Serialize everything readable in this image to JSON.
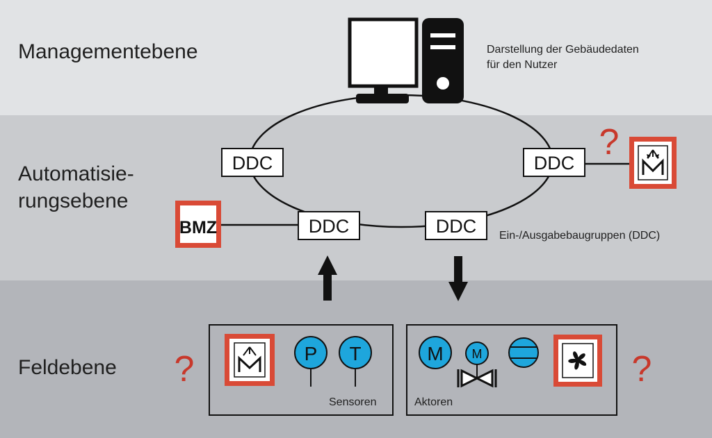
{
  "layers": {
    "management": "Managementebene",
    "automation_line1": "Automatisie-",
    "automation_line2": "rungsebene",
    "field": "Feldebene"
  },
  "notes": {
    "display_line1": "Darstellung der Gebäudedaten",
    "display_line2": "für den Nutzer",
    "io_modules": "Ein-/Ausgabebaugruppen (DDC)"
  },
  "ddc_label": "DDC",
  "bmz_label": "BMZ",
  "question_mark": "?",
  "sensors": {
    "label": "Sensoren",
    "pressure": "P",
    "temperature": "T"
  },
  "actuators": {
    "label": "Aktoren",
    "motor": "M"
  },
  "colors": {
    "band_top": "#e1e3e5",
    "band_mid": "#c9cbce",
    "band_bot": "#b3b5ba",
    "red_frame": "#d94a36",
    "question": "#c8382b",
    "sensor_blue": "#1ea6dc"
  },
  "icons": [
    "computer-monitor-icon",
    "pc-tower-icon",
    "smoke-damper-icon",
    "fan-icon",
    "pump-icon",
    "valve-icon",
    "arrow-up-icon",
    "arrow-down-icon"
  ]
}
